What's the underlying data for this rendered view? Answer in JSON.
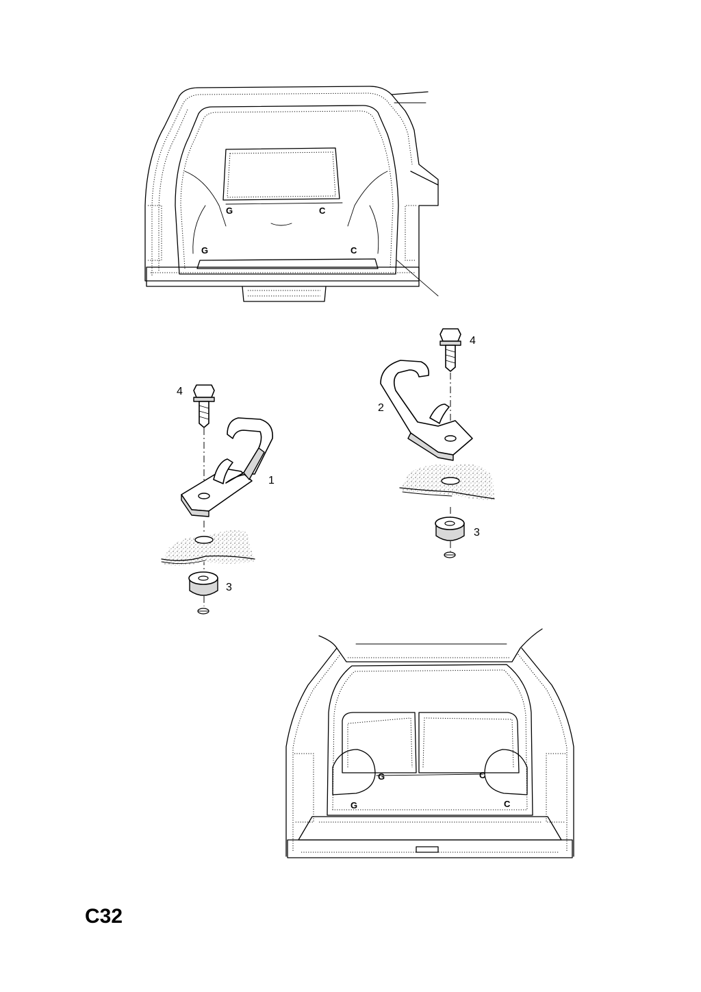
{
  "diagram": {
    "page_code": "C32",
    "callouts": [
      {
        "id": "callout-4-left",
        "label": "4"
      },
      {
        "id": "callout-1",
        "label": "1"
      },
      {
        "id": "callout-3-left",
        "label": "3"
      },
      {
        "id": "callout-4-right",
        "label": "4"
      },
      {
        "id": "callout-2",
        "label": "2"
      },
      {
        "id": "callout-3-right",
        "label": "3"
      }
    ]
  }
}
